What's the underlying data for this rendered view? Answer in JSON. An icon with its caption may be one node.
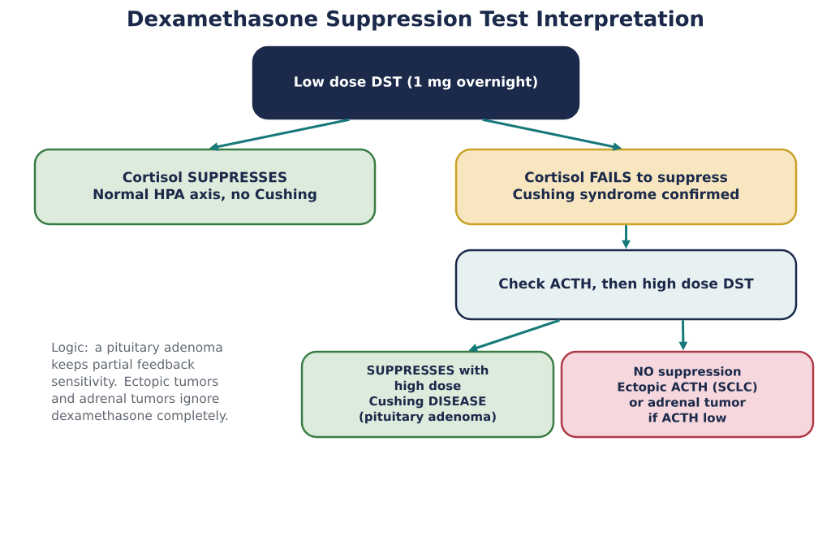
{
  "diagram": {
    "title": "Dexamethasone Suppression Test Interpretation",
    "nodes": [
      {
        "text": [
          "Low dose DST (1 mg overnight)"
        ]
      },
      {
        "text": [
          "Cortisol SUPPRESSES",
          "Normal HPA axis, no Cushing"
        ]
      },
      {
        "text": [
          "Cortisol FAILS to suppress",
          "Cushing syndrome confirmed"
        ]
      },
      {
        "text": [
          "Check ACTH, then high dose DST"
        ]
      },
      {
        "text": [
          "SUPPRESSES with high dose",
          "Cushing DISEASE",
          "(pituitary adenoma)"
        ]
      },
      {
        "text": [
          "NO suppression",
          "Ectopic ACTH (SCLC)",
          "or adrenal tumor",
          "if ACTH low"
        ]
      }
    ],
    "edges": [
      {
        "from": 0,
        "to": 1,
        "arrow": "to"
      },
      {
        "from": 0,
        "to": 2,
        "arrow": "to"
      },
      {
        "from": 2,
        "to": 3,
        "arrow": "to"
      },
      {
        "from": 3,
        "to": 4,
        "arrow": "to"
      },
      {
        "from": 3,
        "to": 5,
        "arrow": "to"
      }
    ],
    "labels": [
      "Logic: a pituitary adenoma keeps partial feedback sensitivity. Ectopic tumors and adrenal tumors ignore dexamethasone completely."
    ]
  }
}
